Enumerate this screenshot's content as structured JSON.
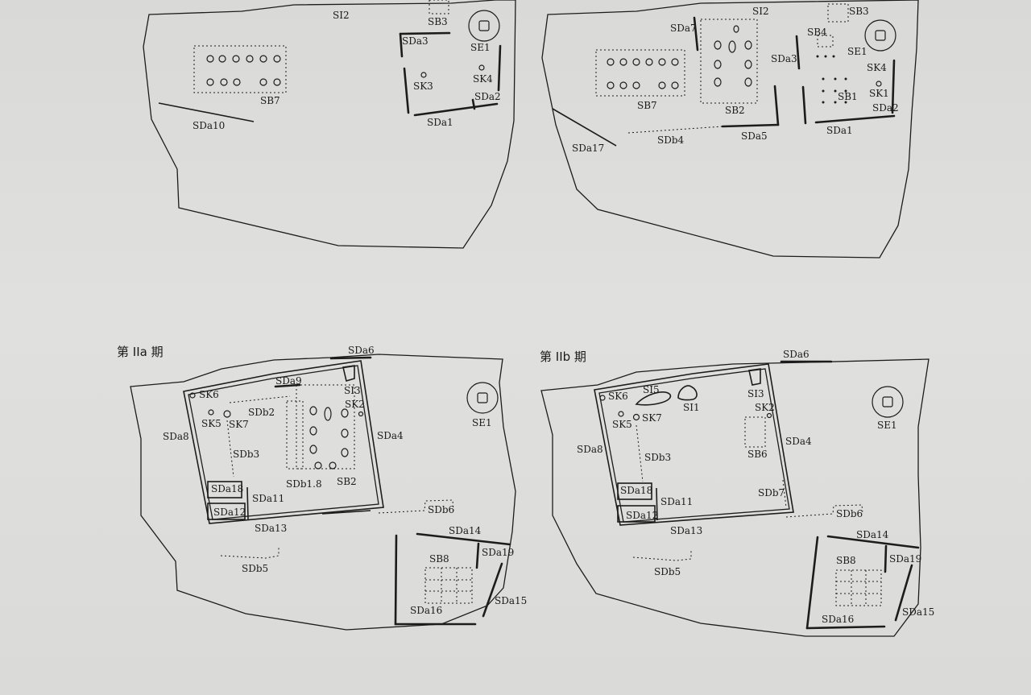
{
  "panels": [
    {
      "id": "p1",
      "title": "",
      "labels": [
        "SI2",
        "SB3",
        "SDa3",
        "SE1",
        "SB7",
        "SK3",
        "SK4",
        "SDa2",
        "SDa10",
        "SDa1"
      ]
    },
    {
      "id": "p2",
      "title": "",
      "labels": [
        "SI2",
        "SB3",
        "SDa7",
        "SB4",
        "SE1",
        "SDa3",
        "SK4",
        "SK1",
        "SB7",
        "SB2",
        "SB1",
        "SDa2",
        "SDa17",
        "SDb4",
        "SDa5",
        "SDa1"
      ]
    },
    {
      "id": "p3",
      "title": "第 IIa 期",
      "labels": [
        "SDa6",
        "SDa9",
        "SI3",
        "SK6",
        "SK2",
        "SE1",
        "SK5",
        "SK7",
        "SDb2",
        "SDa8",
        "SDa4",
        "SDb3",
        "SDb1.8",
        "SB2",
        "SDa18",
        "SDa11",
        "SDa12",
        "SDb6",
        "SDa13",
        "SDa14",
        "SB8",
        "SDa19",
        "SDb5",
        "SDa15",
        "SDa16"
      ]
    },
    {
      "id": "p4",
      "title": "第 IIb 期",
      "labels": [
        "SDa6",
        "SI5",
        "SK6",
        "SI1",
        "SI3",
        "SK2",
        "SK5",
        "SK7",
        "SE1",
        "SDa8",
        "SB6",
        "SDa4",
        "SDb3",
        "SDb7",
        "SDa18",
        "SDa11",
        "SDa12",
        "SDb6",
        "SDa13",
        "SDa14",
        "SB8",
        "SDa19",
        "SDb5",
        "SDa15",
        "SDa16"
      ]
    }
  ]
}
